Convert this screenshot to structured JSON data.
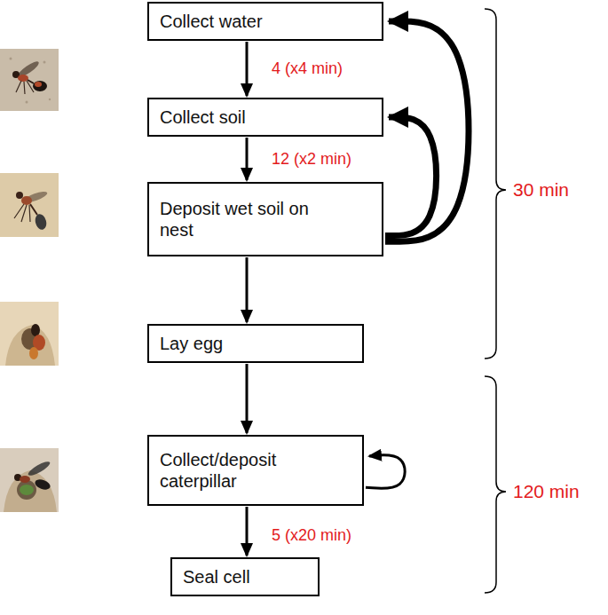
{
  "diagram": {
    "nodes": [
      {
        "text": [
          "Collect water"
        ]
      },
      {
        "text": [
          "Collect soil"
        ]
      },
      {
        "text": [
          "Deposit wet soil on nest"
        ]
      },
      {
        "text": [
          "Lay egg"
        ]
      },
      {
        "text": [
          "Collect/deposit caterpillar"
        ]
      },
      {
        "text": [
          "Seal cell"
        ]
      }
    ],
    "edges": [
      {
        "from": 0,
        "to": 1,
        "arrow": "to",
        "label": "4 (x4 min)"
      },
      {
        "from": 1,
        "to": 2,
        "arrow": "to",
        "label": "12 (x2 min)"
      },
      {
        "from": 2,
        "to": 1,
        "arrow": "to"
      },
      {
        "from": 2,
        "to": 0,
        "arrow": "to"
      },
      {
        "from": 2,
        "to": 3,
        "arrow": "to"
      },
      {
        "from": 3,
        "to": 4,
        "arrow": "to"
      },
      {
        "from": 4,
        "to": 4,
        "arrow": "to"
      },
      {
        "from": 4,
        "to": 5,
        "arrow": "to",
        "label": "5 (x20 min)"
      }
    ],
    "labels": [
      "30 min",
      "120 min"
    ]
  }
}
